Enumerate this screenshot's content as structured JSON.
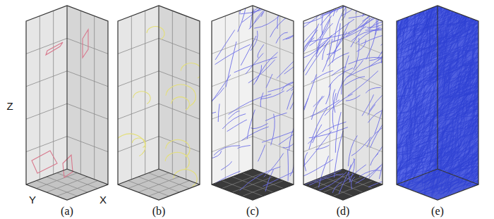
{
  "diagram": {
    "labels": [
      "Z",
      "Y",
      "X",
      "(a)",
      "(b)",
      "(c)",
      "(d)",
      "(e)"
    ]
  }
}
